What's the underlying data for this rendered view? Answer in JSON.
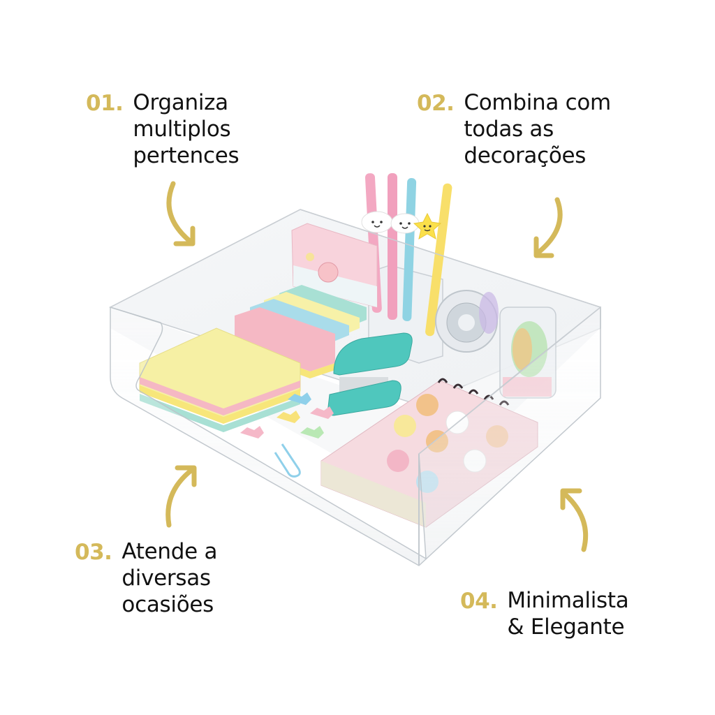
{
  "features": [
    {
      "number": "01.",
      "lines": [
        "Organiza",
        "multiplos",
        "pertences"
      ]
    },
    {
      "number": "02.",
      "lines": [
        "Combina com",
        "todas as",
        "decorações"
      ]
    },
    {
      "number": "03.",
      "lines": [
        "Atende a",
        "diversas",
        "ocasiões"
      ]
    },
    {
      "number": "04.",
      "lines": [
        "Minimalista",
        "& Elegante"
      ]
    }
  ],
  "colors": {
    "accent_gold": "#d4b95a",
    "text": "#111111",
    "background": "#ffffff",
    "pastel_yellow": "#f7f1a8",
    "pastel_pink": "#f5b8c4",
    "pastel_blue": "#a9dcea",
    "pastel_mint": "#a8e0d4",
    "stapler_teal": "#4fc7bd",
    "notebook_pink": "#f6dbe0"
  },
  "icons": {
    "arrow_1": "curved-arrow-down-right-icon",
    "arrow_2": "curved-arrow-down-left-icon",
    "arrow_3": "curved-arrow-up-right-icon",
    "arrow_4": "curved-arrow-up-left-icon"
  }
}
